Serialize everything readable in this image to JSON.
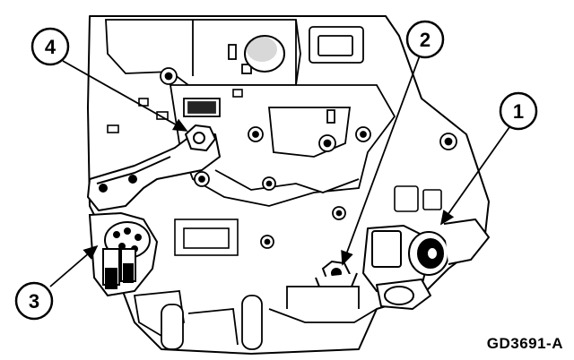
{
  "figure": {
    "id_label": "GD3691-A",
    "subject_icon": "transmission-valve-body-illustration"
  },
  "callouts": [
    {
      "number": "1"
    },
    {
      "number": "2"
    },
    {
      "number": "3"
    },
    {
      "number": "4"
    }
  ],
  "colors": {
    "line": "#000000",
    "fill": "#ffffff",
    "shade": "#1a1a1a"
  }
}
